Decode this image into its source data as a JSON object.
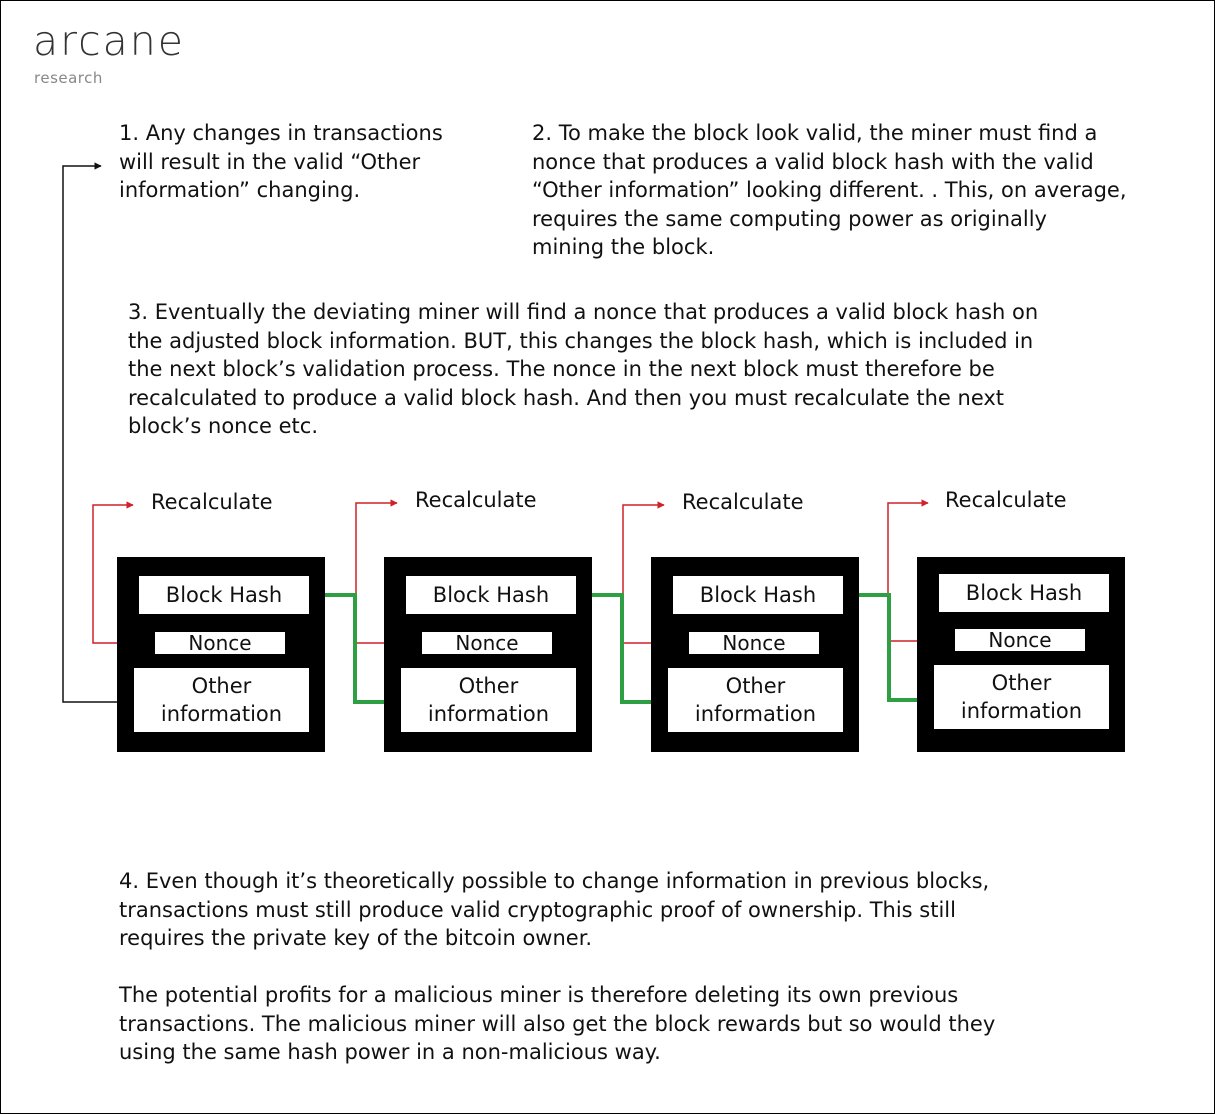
{
  "logo": {
    "word": "arcane",
    "sub": "research"
  },
  "notes": {
    "step1": "1. Any changes in transactions\nwill result in the valid “Other\ninformation” changing.",
    "step2": "2. To make the block look valid, the miner must find a\nnonce that produces a valid block hash with the valid\n“Other information” looking different. . This, on average,\nrequires the same computing power as originally\nmining the block.",
    "step3": "3. Eventually the deviating miner will find a nonce that produces a valid block hash on\nthe adjusted block information. BUT, this changes the block hash, which is included in\nthe next block’s validation process. The nonce in the next block must therefore be\nrecalculated to produce a valid block hash. And then you must recalculate the next\nblock’s nonce etc.",
    "step4": "4. Even though it’s theoretically possible to change information in previous blocks,\ntransactions must still produce valid cryptographic proof of ownership. This still\nrequires the private key of the bitcoin owner.",
    "conclusion": "The potential profits for a malicious miner is therefore deleting its own previous\ntransactions. The malicious miner will also get the block rewards but so would they\nusing the same hash power in a non-malicious way."
  },
  "chain": {
    "recalc_label": "Recalculate",
    "blocks": [
      {
        "hash": "Block Hash",
        "nonce": "Nonce",
        "other": "Other\ninformation"
      },
      {
        "hash": "Block Hash",
        "nonce": "Nonce",
        "other": "Other\ninformation"
      },
      {
        "hash": "Block Hash",
        "nonce": "Nonce",
        "other": "Other\ninformation"
      },
      {
        "hash": "Block Hash",
        "nonce": "Nonce",
        "other": "Other\ninformation"
      }
    ]
  },
  "colors": {
    "recalc_arrow": "#d0202a",
    "hash_link": "#2ea043",
    "loop_arrow": "#111111",
    "block_fill": "#000000"
  }
}
